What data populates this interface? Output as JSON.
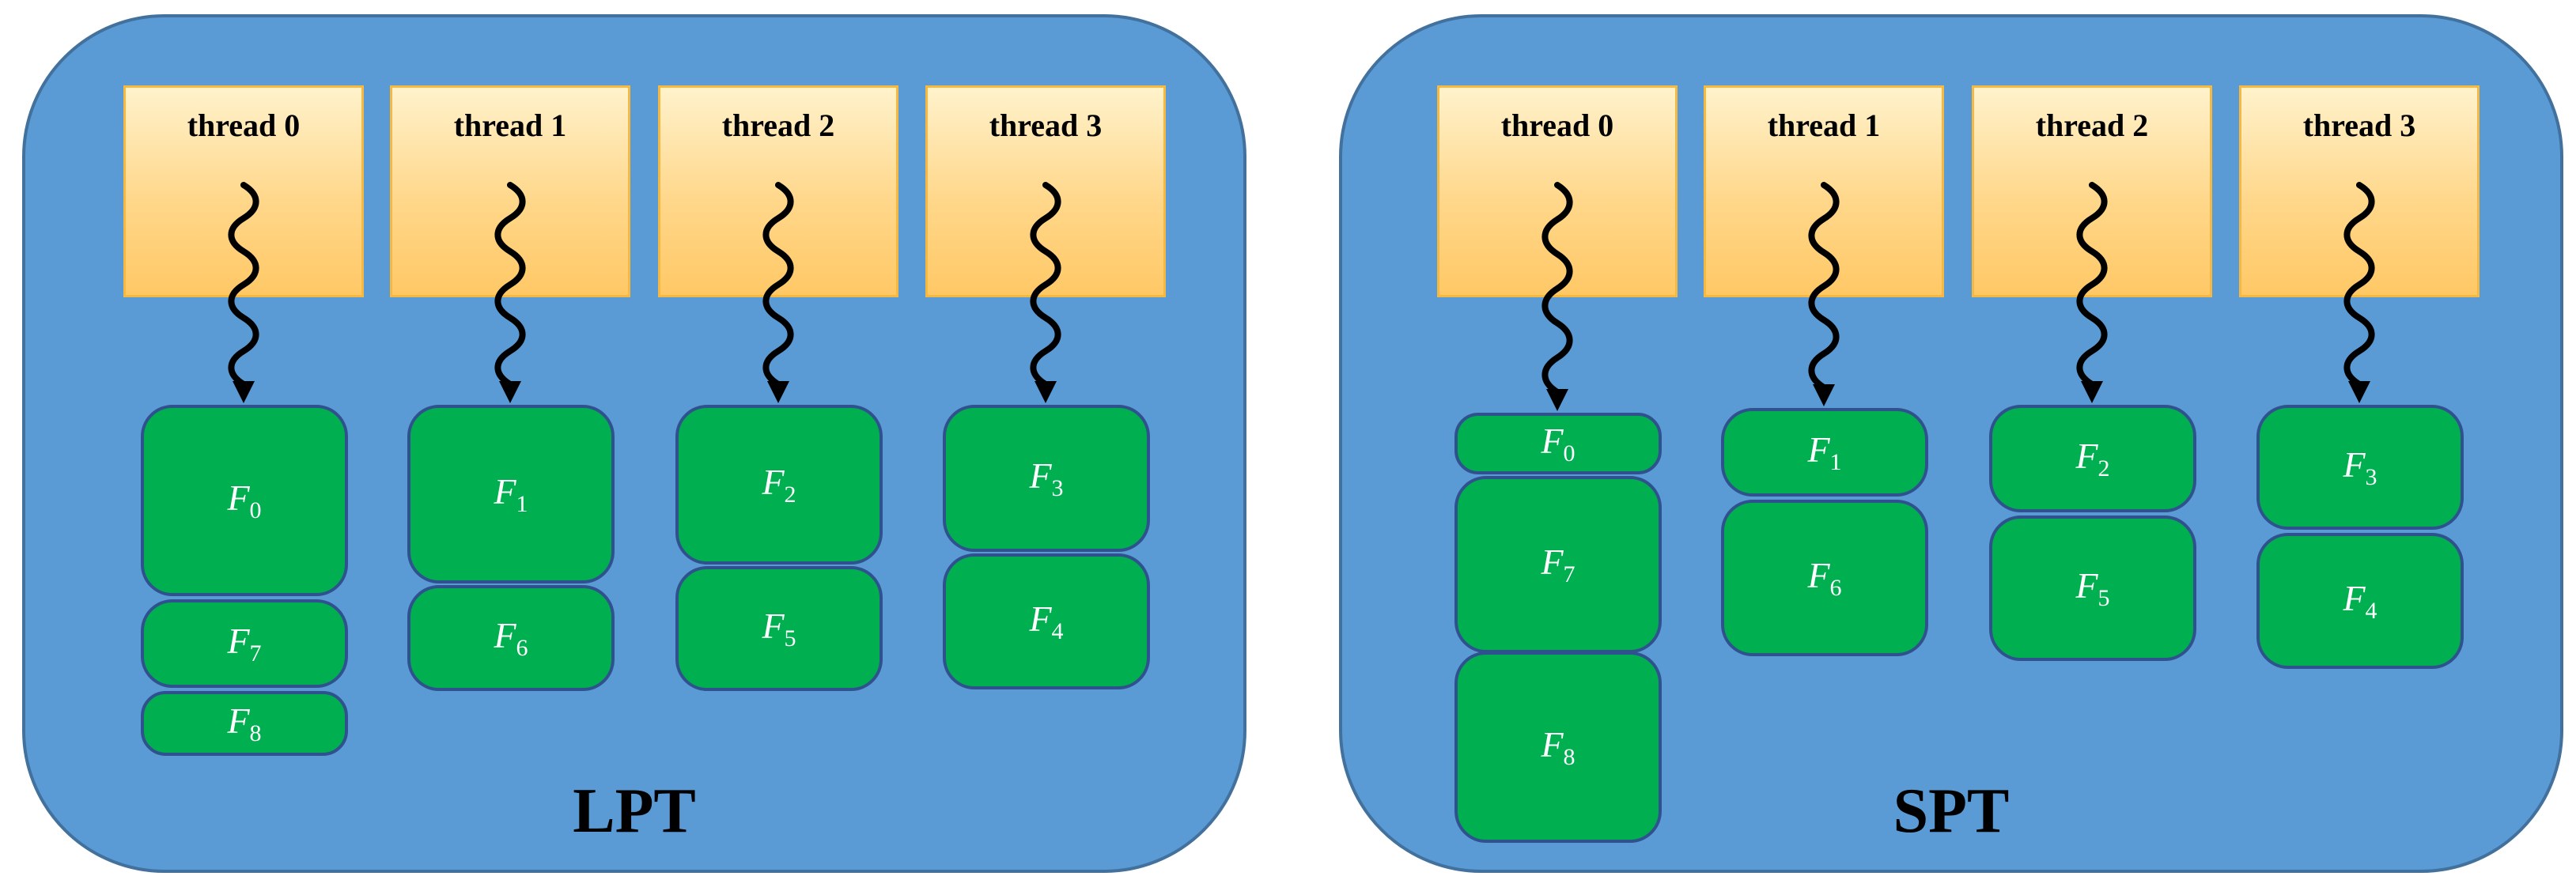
{
  "panels": [
    {
      "id": "lpt",
      "title": "LPT",
      "threads": [
        {
          "label": "thread 0",
          "tasks": [
            {
              "name": "F",
              "sub": "0"
            },
            {
              "name": "F",
              "sub": "7"
            },
            {
              "name": "F",
              "sub": "8"
            }
          ]
        },
        {
          "label": "thread 1",
          "tasks": [
            {
              "name": "F",
              "sub": "1"
            },
            {
              "name": "F",
              "sub": "6"
            }
          ]
        },
        {
          "label": "thread 2",
          "tasks": [
            {
              "name": "F",
              "sub": "2"
            },
            {
              "name": "F",
              "sub": "5"
            }
          ]
        },
        {
          "label": "thread 3",
          "tasks": [
            {
              "name": "F",
              "sub": "3"
            },
            {
              "name": "F",
              "sub": "4"
            }
          ]
        }
      ]
    },
    {
      "id": "spt",
      "title": "SPT",
      "threads": [
        {
          "label": "thread 0",
          "tasks": [
            {
              "name": "F",
              "sub": "0"
            },
            {
              "name": "F",
              "sub": "7"
            },
            {
              "name": "F",
              "sub": "8"
            }
          ]
        },
        {
          "label": "thread 1",
          "tasks": [
            {
              "name": "F",
              "sub": "1"
            },
            {
              "name": "F",
              "sub": "6"
            }
          ]
        },
        {
          "label": "thread 2",
          "tasks": [
            {
              "name": "F",
              "sub": "2"
            },
            {
              "name": "F",
              "sub": "5"
            }
          ]
        },
        {
          "label": "thread 3",
          "tasks": [
            {
              "name": "F",
              "sub": "3"
            },
            {
              "name": "F",
              "sub": "4"
            }
          ]
        }
      ]
    }
  ],
  "colors": {
    "panel_fill": "#5b9bd5",
    "panel_border": "#41719c",
    "thread_fill": "#ffd78a",
    "thread_border": "#f5b942",
    "task_fill": "#00b050",
    "task_border": "#2f528f"
  }
}
